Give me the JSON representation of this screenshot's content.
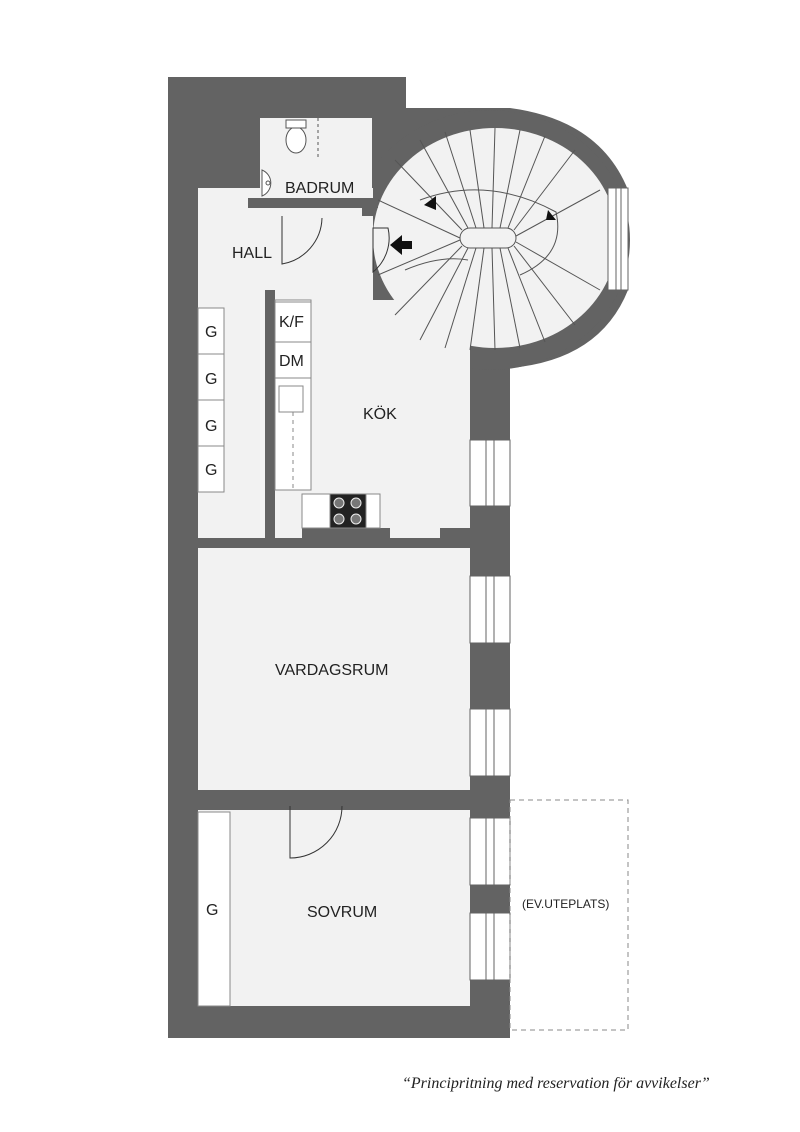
{
  "rooms": {
    "badrum": "BADRUM",
    "hall": "HALL",
    "kok": "KÖK",
    "vardagsrum": "VARDAGSRUM",
    "sovrum": "SOVRUM",
    "uteplats": "(EV.UTEPLATS)"
  },
  "fixtures": {
    "kf": "K/F",
    "dm": "DM",
    "wardrobe": "G"
  },
  "caption": "“Principritning med reservation för avvikelser”",
  "colors": {
    "wall": "#636363",
    "floor": "#f2f2f2",
    "ink": "#222222"
  }
}
